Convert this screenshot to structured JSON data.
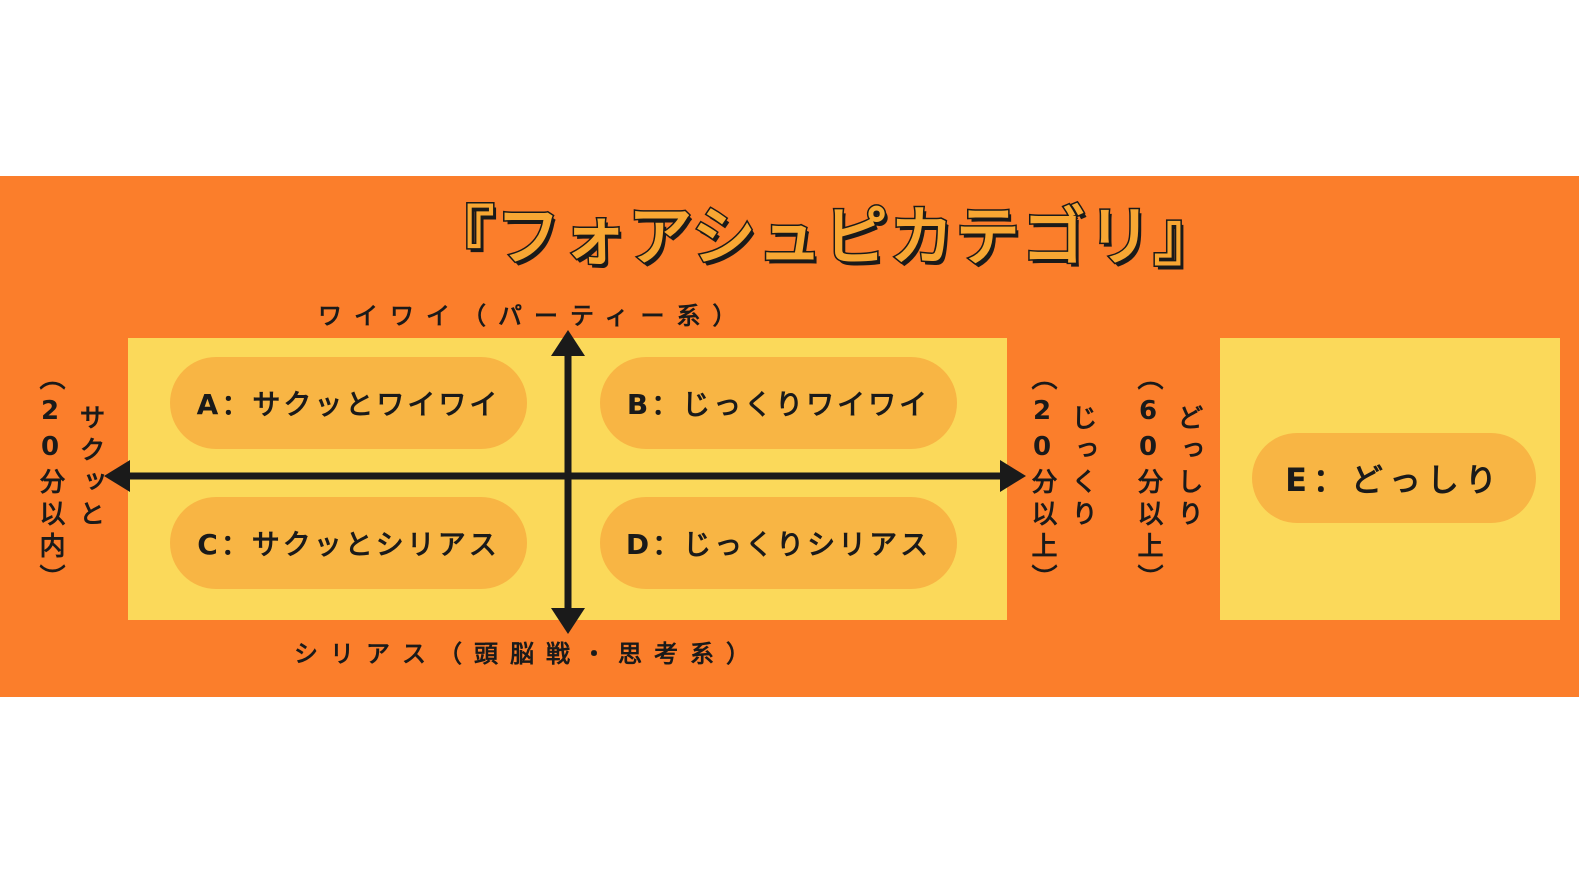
{
  "colors": {
    "background": "#ffffff",
    "band": "#fb7e2b",
    "panel": "#fbd95a",
    "pill": "#f8b544",
    "ink": "#1a1a1a"
  },
  "title": "『フォアシュピカテゴリ』",
  "axes": {
    "top": "ワイワイ（パーティー系）",
    "bottom": "シリアス（頭脳戦・思考系）",
    "left_main": "サクッと",
    "left_sub": "（20分以内）",
    "right_main": "じっくり",
    "right_sub": "（20分以上）"
  },
  "categories": {
    "a": "A：サクッとワイワイ",
    "b": "B：じっくりワイワイ",
    "c": "C：サクッとシリアス",
    "d": "D：じっくりシリアス",
    "e": "E：どっしり"
  },
  "extra": {
    "main": "どっしり",
    "sub": "（60分以上）"
  }
}
